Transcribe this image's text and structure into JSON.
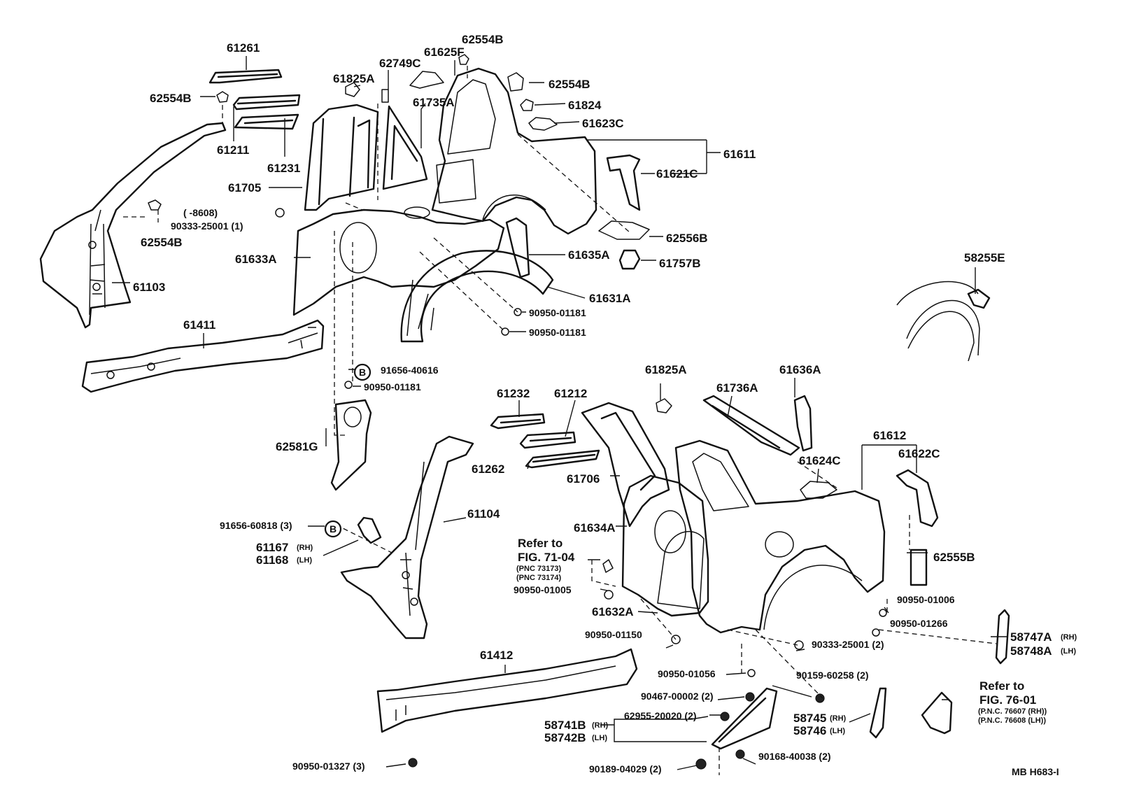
{
  "diagram_ref": "MB  H683-I",
  "markers": {
    "b": "B"
  },
  "labels": {
    "p61261": "61261",
    "p62554B_a": "62554B",
    "p61211": "61211",
    "p61231": "61231",
    "p62554B_b": "62554B",
    "p8608": "(       -8608)",
    "p90333_1": "90333-25001 (1)",
    "p61103": "61103",
    "p61825A_a": "61825A",
    "p61705": "61705",
    "p62749C": "62749C",
    "p61735A": "61735A",
    "p61625F": "61625F",
    "p62554B_c": "62554B",
    "p62554B_d": "62554B",
    "p61824": "61824",
    "p61623C": "61623C",
    "p61611": "61611",
    "p61621C": "61621C",
    "p62556B": "62556B",
    "p61633A": "61633A",
    "p61635A": "61635A",
    "p61757B": "61757B",
    "p61631A": "61631A",
    "p90950_01181_a": "90950-01181",
    "p90950_01181_b": "90950-01181",
    "p61411": "61411",
    "p91656_40616": "91656-40616",
    "p90950_01181_c": "90950-01181",
    "p62581G": "62581G",
    "p58255E": "58255E",
    "p61232": "61232",
    "p61212": "61212",
    "p61825A_b": "61825A",
    "p61736A": "61736A",
    "p61636A": "61636A",
    "p61612": "61612",
    "p61622C": "61622C",
    "p61262": "61262",
    "p61706": "61706",
    "p61624C": "61624C",
    "p61104": "61104",
    "p91656_60818": "91656-60818 (3)",
    "p61167": "61167",
    "p61168": "61168",
    "rh": "(RH)",
    "lh": "(LH)",
    "p61634A": "61634A",
    "refer71_a": "Refer to",
    "refer71_b": "FIG. 71-04",
    "pnc73173": "(PNC 73173)",
    "pnc73174": "(PNC 73174)",
    "p90950_01005": "90950-01005",
    "p62555B": "62555B",
    "p61632A": "61632A",
    "p90950_01006": "90950-01006",
    "p90950_01266": "90950-01266",
    "p90950_01150": "90950-01150",
    "p90333_2": "90333-25001 (2)",
    "p58747A": "58747A",
    "p58748A": "58748A",
    "p61412": "61412",
    "p90950_01056": "90950-01056",
    "p90159": "90159-60258 (2)",
    "p90467": "90467-00002 (2)",
    "p62955": "62955-20020 (2)",
    "p58741B": "58741B",
    "p58742B": "58742B",
    "p58745": "58745",
    "p58746": "58746",
    "refer76_a": "Refer to",
    "refer76_b": "FIG. 76-01",
    "pnc76607": "(P.N.C. 76607 (RH))",
    "pnc76608": "(P.N.C. 76608 (LH))",
    "p90950_01327": "90950-01327 (3)",
    "p90189": "90189-04029 (2)",
    "p90168": "90168-40038 (2)"
  }
}
